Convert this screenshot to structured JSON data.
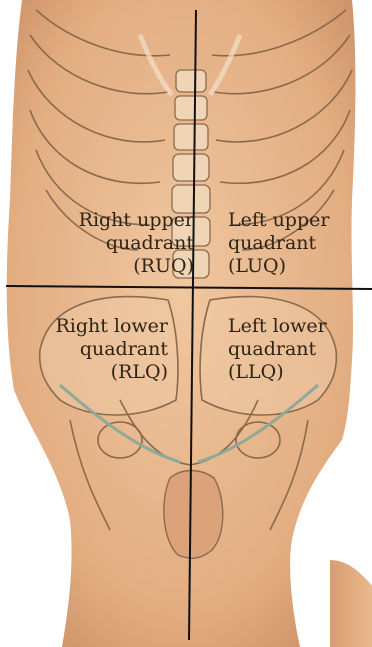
{
  "quadrants": {
    "ruq": {
      "line1": "Right upper",
      "line2": "quadrant",
      "abbr": "(RUQ)"
    },
    "luq": {
      "line1": "Left upper",
      "line2": "quadrant",
      "abbr": "(LUQ)"
    },
    "rlq": {
      "line1": "Right lower",
      "line2": "quadrant",
      "abbr": "(RLQ)"
    },
    "llq": {
      "line1": "Left lower",
      "line2": "quadrant",
      "abbr": "(LLQ)"
    }
  },
  "colors": {
    "skin": "#e8b890",
    "skin_shadow": "#c98e64",
    "bone": "#f2d6b8",
    "outline": "#8a6a4c",
    "vessel": "#8fa898",
    "divider": "#111111",
    "label": "#2e2416"
  }
}
